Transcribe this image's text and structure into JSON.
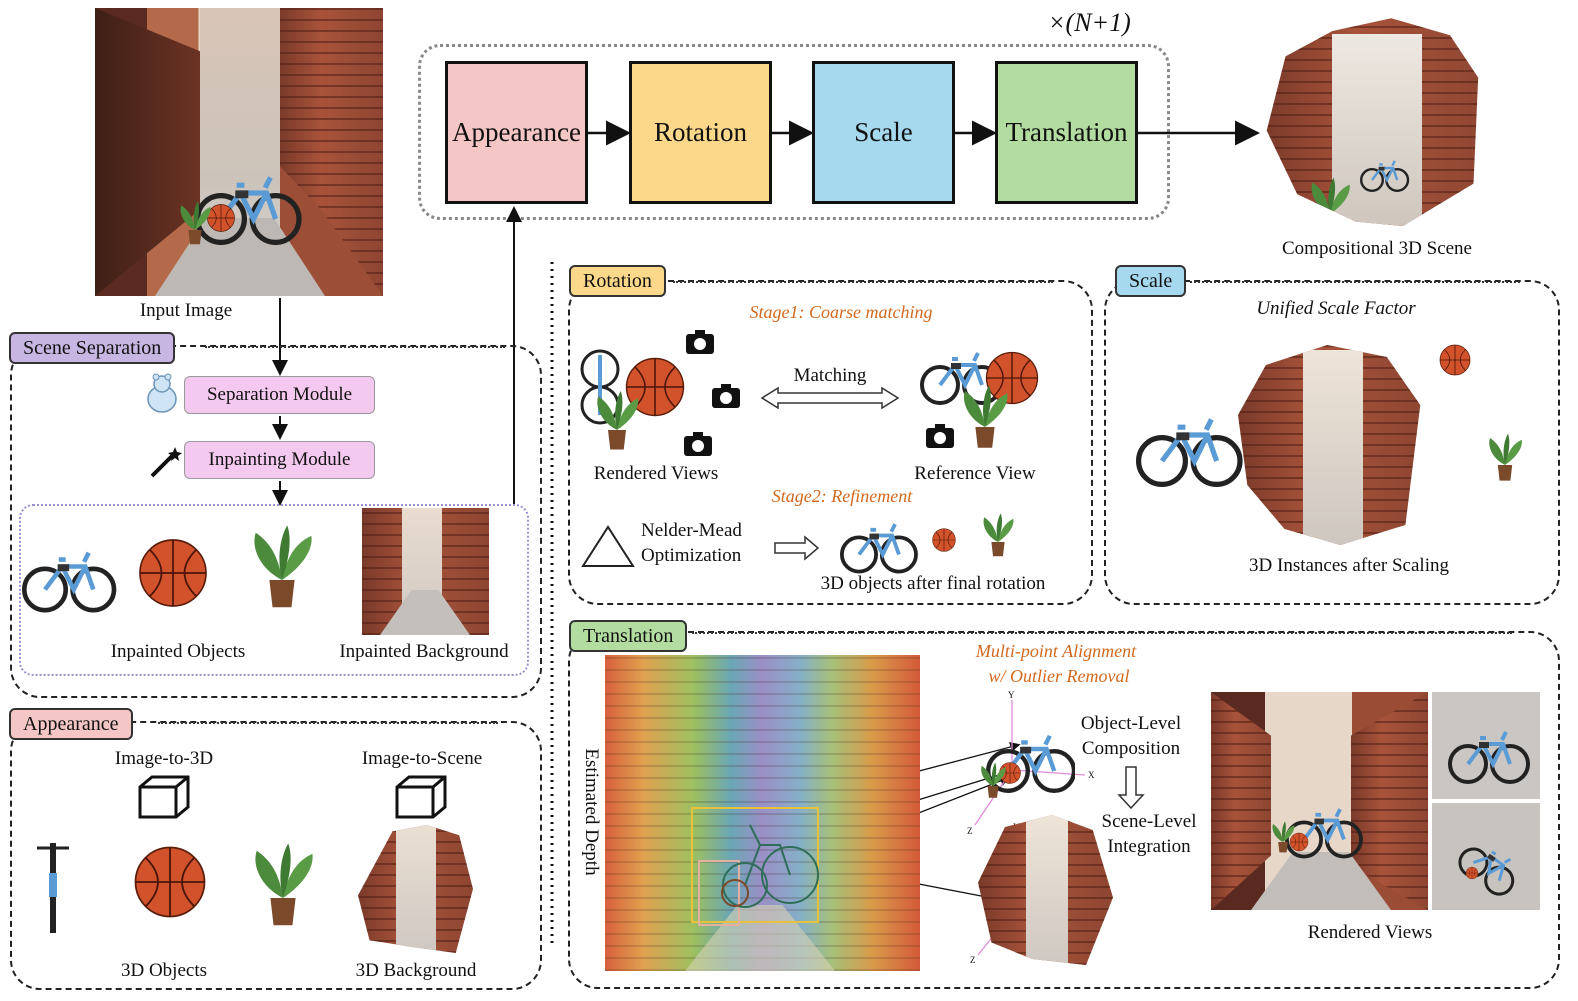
{
  "loop_label": "×(N+1)",
  "pipeline": {
    "steps": [
      {
        "label": "Appearance",
        "color": "#f5c6c6"
      },
      {
        "label": "Rotation",
        "color": "#fcd98a"
      },
      {
        "label": "Scale",
        "color": "#a6d8ee"
      },
      {
        "label": "Translation",
        "color": "#b3dca0"
      }
    ],
    "output_caption": "Compositional 3D Scene"
  },
  "input": {
    "caption": "Input Image"
  },
  "scene_separation": {
    "tag": "Scene Separation",
    "tag_color": "#c8b6e2",
    "separation_module": "Separation Module",
    "inpainting_module": "Inpainting Module",
    "objects_caption": "Inpainted Objects",
    "background_caption": "Inpainted Background"
  },
  "appearance": {
    "tag": "Appearance",
    "tag_color": "#f5c6c6",
    "image_to_3d": "Image-to-3D",
    "image_to_scene": "Image-to-Scene",
    "objects_caption": "3D Objects",
    "background_caption": "3D Background"
  },
  "rotation": {
    "tag": "Rotation",
    "tag_color": "#fcd98a",
    "stage1": "Stage1: Coarse matching",
    "matching": "Matching",
    "rendered_views": "Rendered Views",
    "reference_view": "Reference View",
    "stage2": "Stage2: Refinement",
    "optimizer_line1": "Nelder-Mead",
    "optimizer_line2": "Optimization",
    "final_caption": "3D objects after final rotation"
  },
  "scale": {
    "tag": "Scale",
    "tag_color": "#a6d8ee",
    "title": "Unified Scale Factor",
    "caption": "3D Instances after Scaling"
  },
  "translation": {
    "tag": "Translation",
    "tag_color": "#b3dca0",
    "depth_label": "Estimated Depth",
    "alignment_line1": "Multi-point Alignment",
    "alignment_line2": "w/ Outlier Removal",
    "object_level_line1": "Object-Level",
    "object_level_line2": "Composition",
    "scene_level_line1": "Scene-Level",
    "scene_level_line2": "Integration",
    "rendered_views": "Rendered Views",
    "axis_x": "X",
    "axis_y": "Y",
    "axis_z": "Z"
  }
}
